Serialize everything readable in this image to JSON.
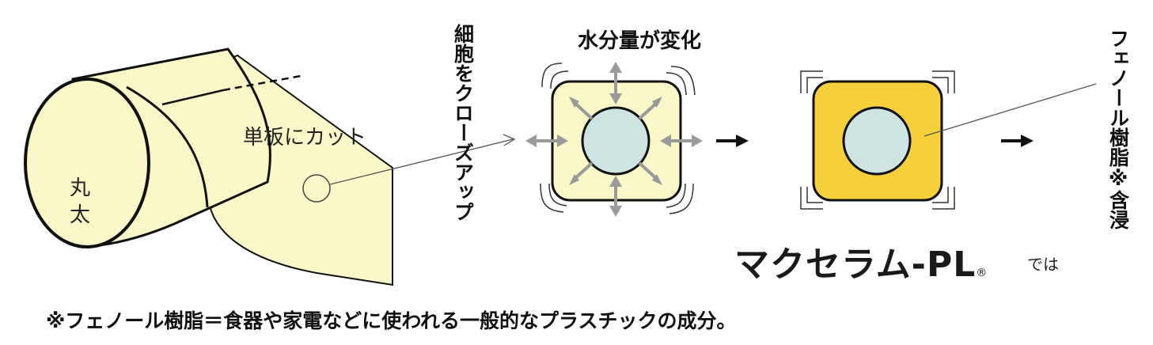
{
  "labels": {
    "log": "丸太",
    "cut": "単板にカット",
    "closeup": "細胞をクローズアップ",
    "moisture": "水分量が変化",
    "impregnation": "フェノール樹脂※含浸",
    "brand": "マクセラム-PL",
    "brand_mark": "®",
    "dewa": "では"
  },
  "footnote": "※フェノール樹脂＝食器や家電などに使われる一般的なプラスチックの成分。",
  "colors": {
    "wood": "#faf7c8",
    "cell_core": "#cde4e2",
    "resin": "#f6d03a",
    "arrow_grey": "#9a9a9a",
    "outline": "#111111"
  }
}
